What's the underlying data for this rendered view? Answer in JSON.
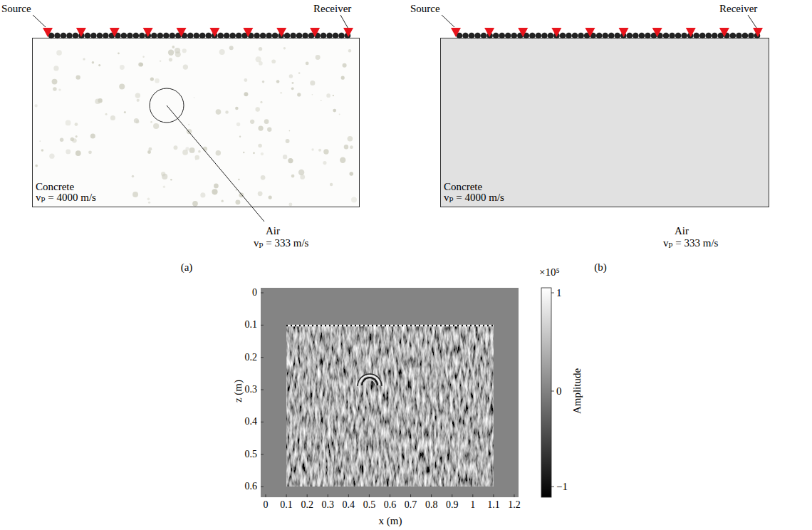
{
  "diagram": {
    "nodes": [
      {
        "text": [
          "Concrete",
          "vₚ = 4000 m/s"
        ]
      },
      {
        "text": [
          "Concrete",
          "vₚ = 4000 m/s"
        ]
      }
    ],
    "labels": [
      "Source",
      "Receiver",
      "Air",
      "vₚ = 333 m/s",
      "(a)",
      "Source",
      "Receiver",
      "Air",
      "vₚ = 333 m/s",
      "(b)",
      "×10⁵",
      "1",
      "0",
      "−1",
      "Amplitude",
      "0",
      "0.1",
      "0.2",
      "0.3",
      "0.4",
      "0.5",
      "0.6",
      "z (m)",
      "0",
      "0.1",
      "0.2",
      "0.3",
      "0.4",
      "0.5",
      "0.6",
      "0.7",
      "0.8",
      "0.9",
      "1",
      "1.1",
      "1.2",
      "x (m)"
    ]
  }
}
